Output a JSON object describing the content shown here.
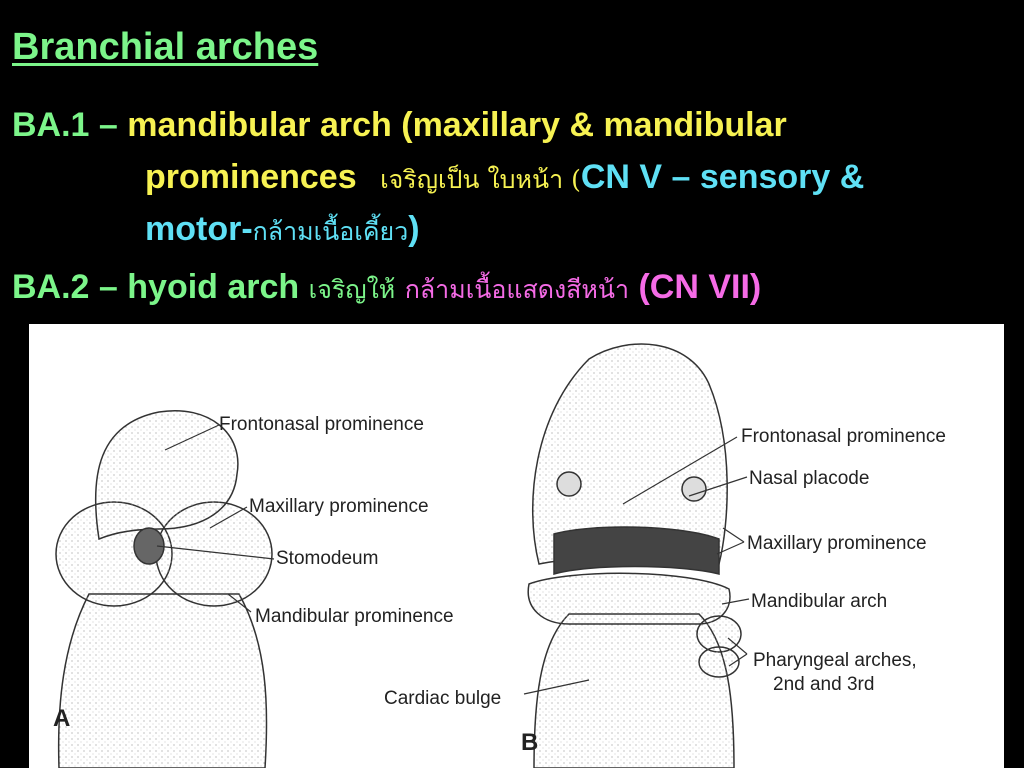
{
  "title": "Branchial arches",
  "ba1": {
    "label": "BA.1 –",
    "text1": "mandibular arch (maxillary & mandibular",
    "text2": "prominences",
    "thai1": "เจริญเป็น ใบหน้า (",
    "cn": "CN V – sensory &",
    "motor": "motor-",
    "thai2": "กล้ามเนื้อเคี้ยว",
    "close": ")"
  },
  "ba2": {
    "label": "BA.2 – hyoid arch",
    "thai1": "เจริญให้",
    "thai2": "กล้ามเนื้อแสดงสีหน้า",
    "cn": "(CN VII)"
  },
  "colors": {
    "green": "#7CF58A",
    "yellow": "#F7F252",
    "cyan": "#5FE0F5",
    "magenta": "#F56BE6"
  },
  "figure": {
    "panel_a": {
      "letter": "A",
      "labels": [
        "Frontonasal prominence",
        "Maxillary prominence",
        "Stomodeum",
        "Mandibular prominence"
      ]
    },
    "panel_b": {
      "letter": "B",
      "labels": [
        "Frontonasal prominence",
        "Nasal placode",
        "Maxillary prominence",
        "Mandibular arch",
        "Pharyngeal arches,",
        "2nd and 3rd",
        "Cardiac bulge"
      ]
    }
  }
}
